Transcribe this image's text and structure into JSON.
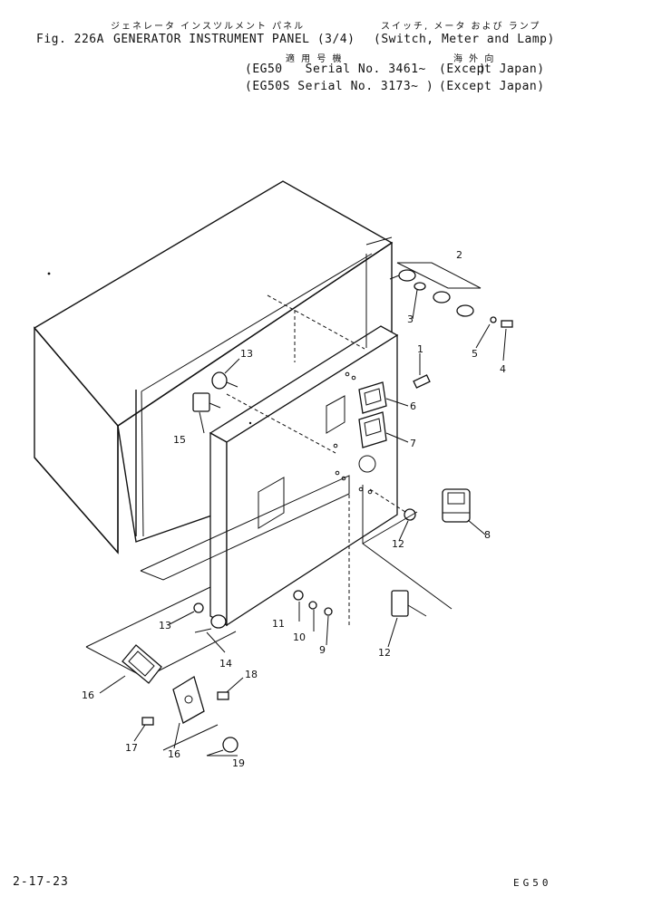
{
  "header": {
    "kana_title": "ジェネレータ インスツルメント パネル",
    "kana_subtitle": "スイッチ, メータ および ランプ",
    "fig_label": "Fig. 226A",
    "title": "GENERATOR INSTRUMENT PANEL (3/4)",
    "subtitle": "(Switch, Meter and Lamp)",
    "applicability_kana": "適 用 号 機",
    "overseas_kana": "海 外 向",
    "serial_line_1": "EG50   Serial No. 3461~",
    "serial_line_1_note": "(Except Japan)",
    "serial_line_2": "(EG50S Serial No. 3173~ )",
    "serial_line_2_note": "(Except Japan)"
  },
  "callouts": {
    "c1": "1",
    "c2": "2",
    "c3": "3",
    "c4": "4",
    "c5": "5",
    "c6": "6",
    "c7": "7",
    "c8": "8",
    "c9": "9",
    "c10": "10",
    "c11": "11",
    "c12a": "12",
    "c12b": "12",
    "c13a": "13",
    "c13b": "13",
    "c14": "14",
    "c15": "15",
    "c16a": "16",
    "c16b": "16",
    "c17": "17",
    "c18": "18",
    "c19": "19"
  },
  "footer": {
    "page_number": "2-17-23",
    "model_code": "EG50"
  }
}
